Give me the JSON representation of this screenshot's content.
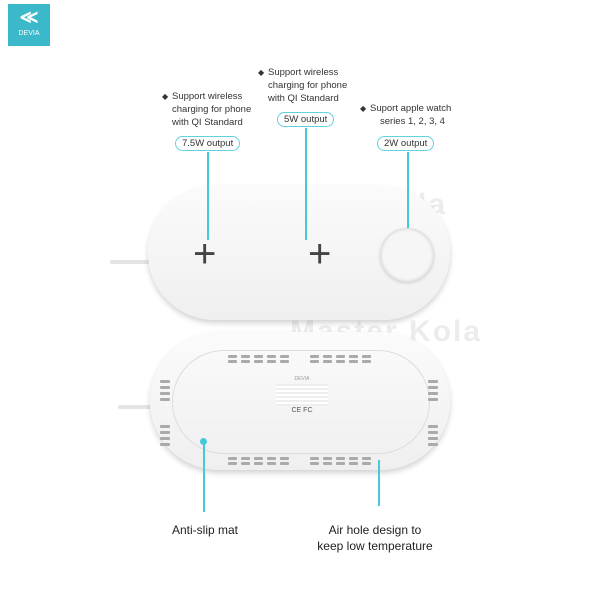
{
  "brand": {
    "logo_text": "DEVIA",
    "color": "#3bb8c9",
    "accent_line": "#44cadb"
  },
  "watermark": "Master Kola",
  "features": [
    {
      "text_lines": [
        "Support wireless",
        "charging for phone",
        "with QI Standard"
      ],
      "output": "7.5W output"
    },
    {
      "text_lines": [
        "Support wireless",
        "charging for phone",
        "with QI Standard"
      ],
      "output": "5W output"
    },
    {
      "text_lines": [
        "Suport apple watch",
        "series 1, 2, 3, 4"
      ],
      "output": "2W output"
    }
  ],
  "bottom_labels": {
    "left": "Anti-slip mat",
    "right_lines": [
      "Air hole design to",
      "keep low temperature"
    ]
  },
  "device_back": {
    "logo": "DEVIA",
    "certifications": "CE FC"
  },
  "icons": {
    "plus": "+"
  }
}
